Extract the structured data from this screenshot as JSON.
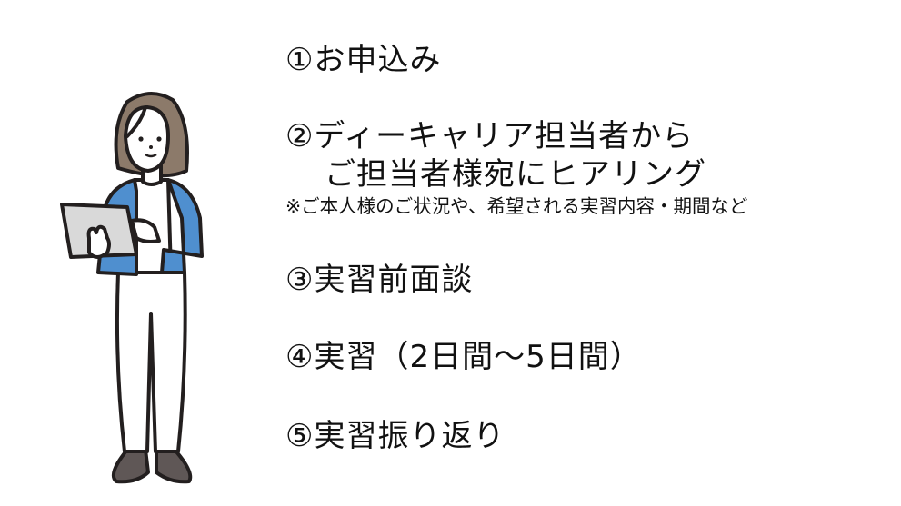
{
  "steps": [
    {
      "label": "①お申込み"
    },
    {
      "label": "②ディーキャリア担当者から",
      "line2": "ご担当者様宛にヒアリング",
      "note": "※ご本人様のご状況や、希望される実習内容・期間など"
    },
    {
      "label": "③実習前面談"
    },
    {
      "label": "④実習（2日間〜5日間）"
    },
    {
      "label": "⑤実習振り返り"
    }
  ],
  "colors": {
    "hair": "#8c7a6a",
    "jacket": "#4f8fcf",
    "laptop": "#d9d9d9",
    "shoes": "#5f5756",
    "outline": "#231f1f"
  }
}
